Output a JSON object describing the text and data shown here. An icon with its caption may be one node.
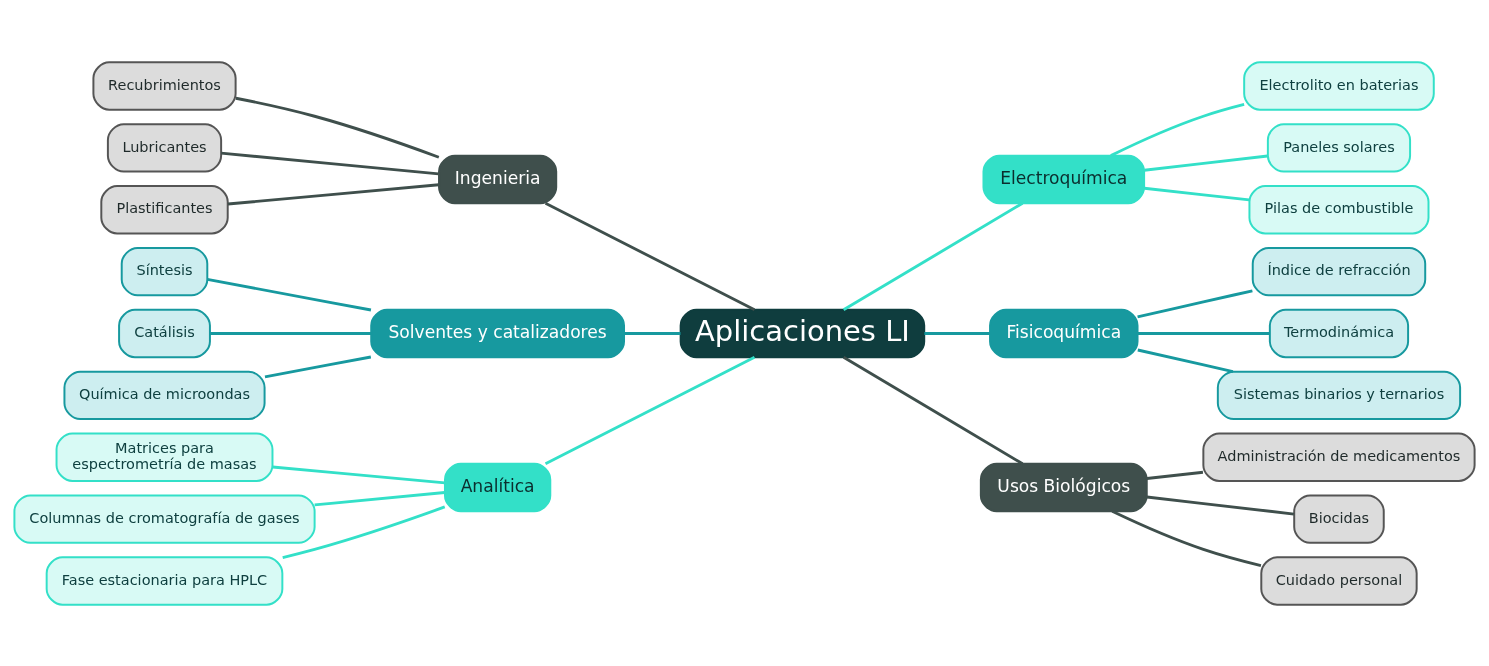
{
  "diagram": {
    "nodes": [
      {
        "text": [
          "Aplicaciones LI"
        ]
      },
      {
        "text": [
          "Ingenieria"
        ]
      },
      {
        "text": [
          "Recubrimientos"
        ]
      },
      {
        "text": [
          "Lubricantes"
        ]
      },
      {
        "text": [
          "Plastificantes"
        ]
      },
      {
        "text": [
          "Electroquímica"
        ]
      },
      {
        "text": [
          "Electrolito en baterias"
        ]
      },
      {
        "text": [
          "Paneles solares"
        ]
      },
      {
        "text": [
          "Pilas de combustible"
        ]
      },
      {
        "text": [
          "Solventes y catalizadores"
        ]
      },
      {
        "text": [
          "Síntesis"
        ]
      },
      {
        "text": [
          "Catálisis"
        ]
      },
      {
        "text": [
          "Química de microondas"
        ]
      },
      {
        "text": [
          "Fisicoquímica"
        ]
      },
      {
        "text": [
          "Índice de refracción"
        ]
      },
      {
        "text": [
          "Termodinámica"
        ]
      },
      {
        "text": [
          "Sistemas binarios y ternarios"
        ]
      },
      {
        "text": [
          "Analítica"
        ]
      },
      {
        "text": [
          "Matrices para espectrometría de masas"
        ]
      },
      {
        "text": [
          "Columnas de cromatografía de gases"
        ]
      },
      {
        "text": [
          "Fase estacionaria para HPLC"
        ]
      },
      {
        "text": [
          "Usos Biológicos"
        ]
      },
      {
        "text": [
          "Administración de medicamentos"
        ]
      },
      {
        "text": [
          "Biocidas"
        ]
      },
      {
        "text": [
          "Cuidado personal"
        ]
      }
    ],
    "edges": [
      {
        "from": 1,
        "to": 0,
        "arrow": "none",
        "color": "#3f4f4c"
      },
      {
        "from": 2,
        "to": 1,
        "arrow": "none",
        "color": "#3f4f4c"
      },
      {
        "from": 3,
        "to": 1,
        "arrow": "none",
        "color": "#3f4f4c"
      },
      {
        "from": 4,
        "to": 1,
        "arrow": "none",
        "color": "#3f4f4c"
      },
      {
        "from": 0,
        "to": 5,
        "arrow": "none",
        "color": "#33e0c8"
      },
      {
        "from": 5,
        "to": 6,
        "arrow": "none",
        "color": "#33e0c8"
      },
      {
        "from": 5,
        "to": 7,
        "arrow": "none",
        "color": "#33e0c8"
      },
      {
        "from": 5,
        "to": 8,
        "arrow": "none",
        "color": "#33e0c8"
      },
      {
        "from": 9,
        "to": 0,
        "arrow": "none"
      },
      {
        "from": 10,
        "to": 9,
        "arrow": "none"
      },
      {
        "from": 11,
        "to": 9,
        "arrow": "none"
      },
      {
        "from": 12,
        "to": 9,
        "arrow": "none"
      },
      {
        "from": 0,
        "to": 13,
        "arrow": "none"
      },
      {
        "from": 13,
        "to": 14,
        "arrow": "none"
      },
      {
        "from": 13,
        "to": 15,
        "arrow": "none"
      },
      {
        "from": 13,
        "to": 16,
        "arrow": "none"
      },
      {
        "from": 17,
        "to": 0,
        "arrow": "none",
        "color": "#33e0c8"
      },
      {
        "from": 18,
        "to": 17,
        "arrow": "none",
        "color": "#33e0c8"
      },
      {
        "from": 19,
        "to": 17,
        "arrow": "none",
        "color": "#33e0c8"
      },
      {
        "from": 20,
        "to": 17,
        "arrow": "none",
        "color": "#33e0c8"
      },
      {
        "from": 0,
        "to": 21,
        "arrow": "none",
        "color": "#3f4f4c"
      },
      {
        "from": 21,
        "to": 22,
        "arrow": "none",
        "color": "#3f4f4c"
      },
      {
        "from": 21,
        "to": 23,
        "arrow": "none",
        "color": "#3f4f4c"
      },
      {
        "from": 21,
        "to": 24,
        "arrow": "none",
        "color": "#3f4f4c"
      }
    ]
  }
}
